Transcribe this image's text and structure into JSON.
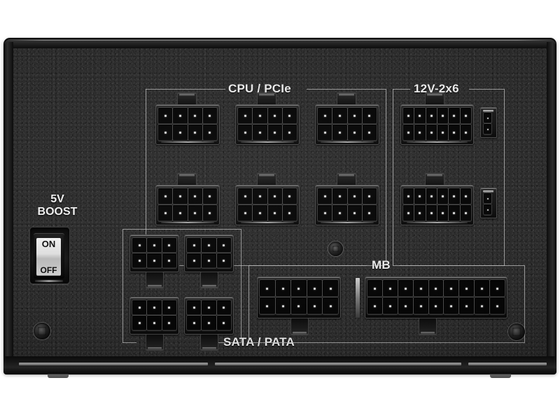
{
  "device": {
    "kind": "power-supply-modular-panel",
    "finish_color": "#2b2b2b",
    "label_color": "#e9e9e9"
  },
  "groups": [
    {
      "id": "cpu-pcie",
      "label": "CPU / PCIe",
      "connector_count": 6,
      "connector_pins": "8 (4x2)",
      "latch": "top"
    },
    {
      "id": "12v-2x6",
      "label": "12V-2x6",
      "connector_count": 2,
      "connector_pins": "12 (6x2)",
      "sideband_count": 2,
      "sideband_pins": "4 (2x2)",
      "latch": "top"
    },
    {
      "id": "sata-pata",
      "label": "SATA / PATA",
      "connector_count": 4,
      "connector_pins": "6 (3x2)",
      "latch": "bottom"
    },
    {
      "id": "mb",
      "label": "MB",
      "connector_count": 2,
      "connector_pins": "10 (5x2) + 18 (9x2)",
      "latch": "bottom"
    }
  ],
  "boost_switch": {
    "title_line1": "5V",
    "title_line2": "BOOST",
    "position_on": "ON",
    "position_off": "OFF",
    "state": "ON"
  },
  "screws": [
    {
      "name": "screw-bottom-left"
    },
    {
      "name": "screw-center"
    },
    {
      "name": "screw-bottom-right"
    }
  ]
}
